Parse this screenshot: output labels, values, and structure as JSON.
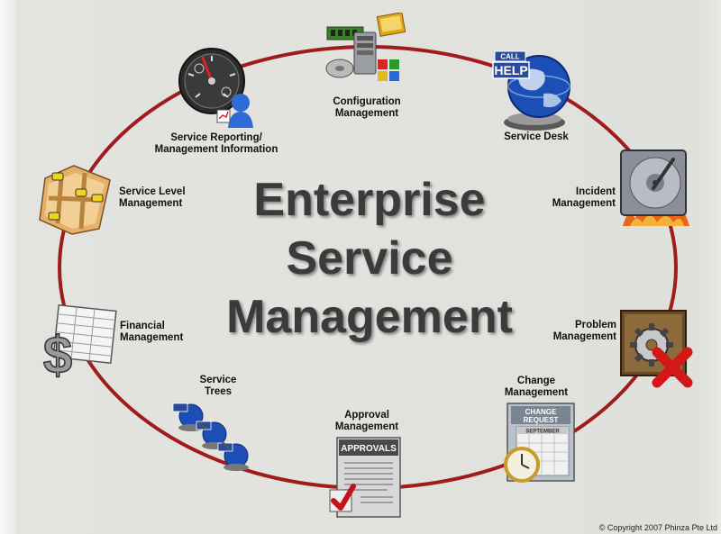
{
  "title": {
    "line1": "Enterprise",
    "line2": "Service",
    "line3": "Management"
  },
  "nodes": {
    "configuration": {
      "line1": "Configuration",
      "line2": "Management"
    },
    "service_desk": {
      "line1": "Service Desk"
    },
    "incident": {
      "line1": "Incident",
      "line2": "Management"
    },
    "problem": {
      "line1": "Problem",
      "line2": "Management"
    },
    "change": {
      "line1": "Change",
      "line2": "Management"
    },
    "approval": {
      "line1": "Approval",
      "line2": "Management"
    },
    "service_trees": {
      "line1": "Service",
      "line2": "Trees"
    },
    "financial": {
      "line1": "Financial",
      "line2": "Management"
    },
    "service_level": {
      "line1": "Service Level",
      "line2": "Management"
    },
    "reporting": {
      "line1": "Service Reporting/",
      "line2": "Management Information"
    }
  },
  "icon_text": {
    "help_sign": "HELP",
    "call_sign": "CALL",
    "approvals": "APPROVALS",
    "change_request_1": "CHANGE",
    "change_request_2": "REQUEST",
    "calendar_month": "SEPTEMBER",
    "dollar": "$"
  },
  "copyright": "© Copyright 2007 Phinza Pte Ltd",
  "colors": {
    "ring": "#a01c1c",
    "title": "#3b3b3b",
    "background": "#e0e0dc"
  }
}
